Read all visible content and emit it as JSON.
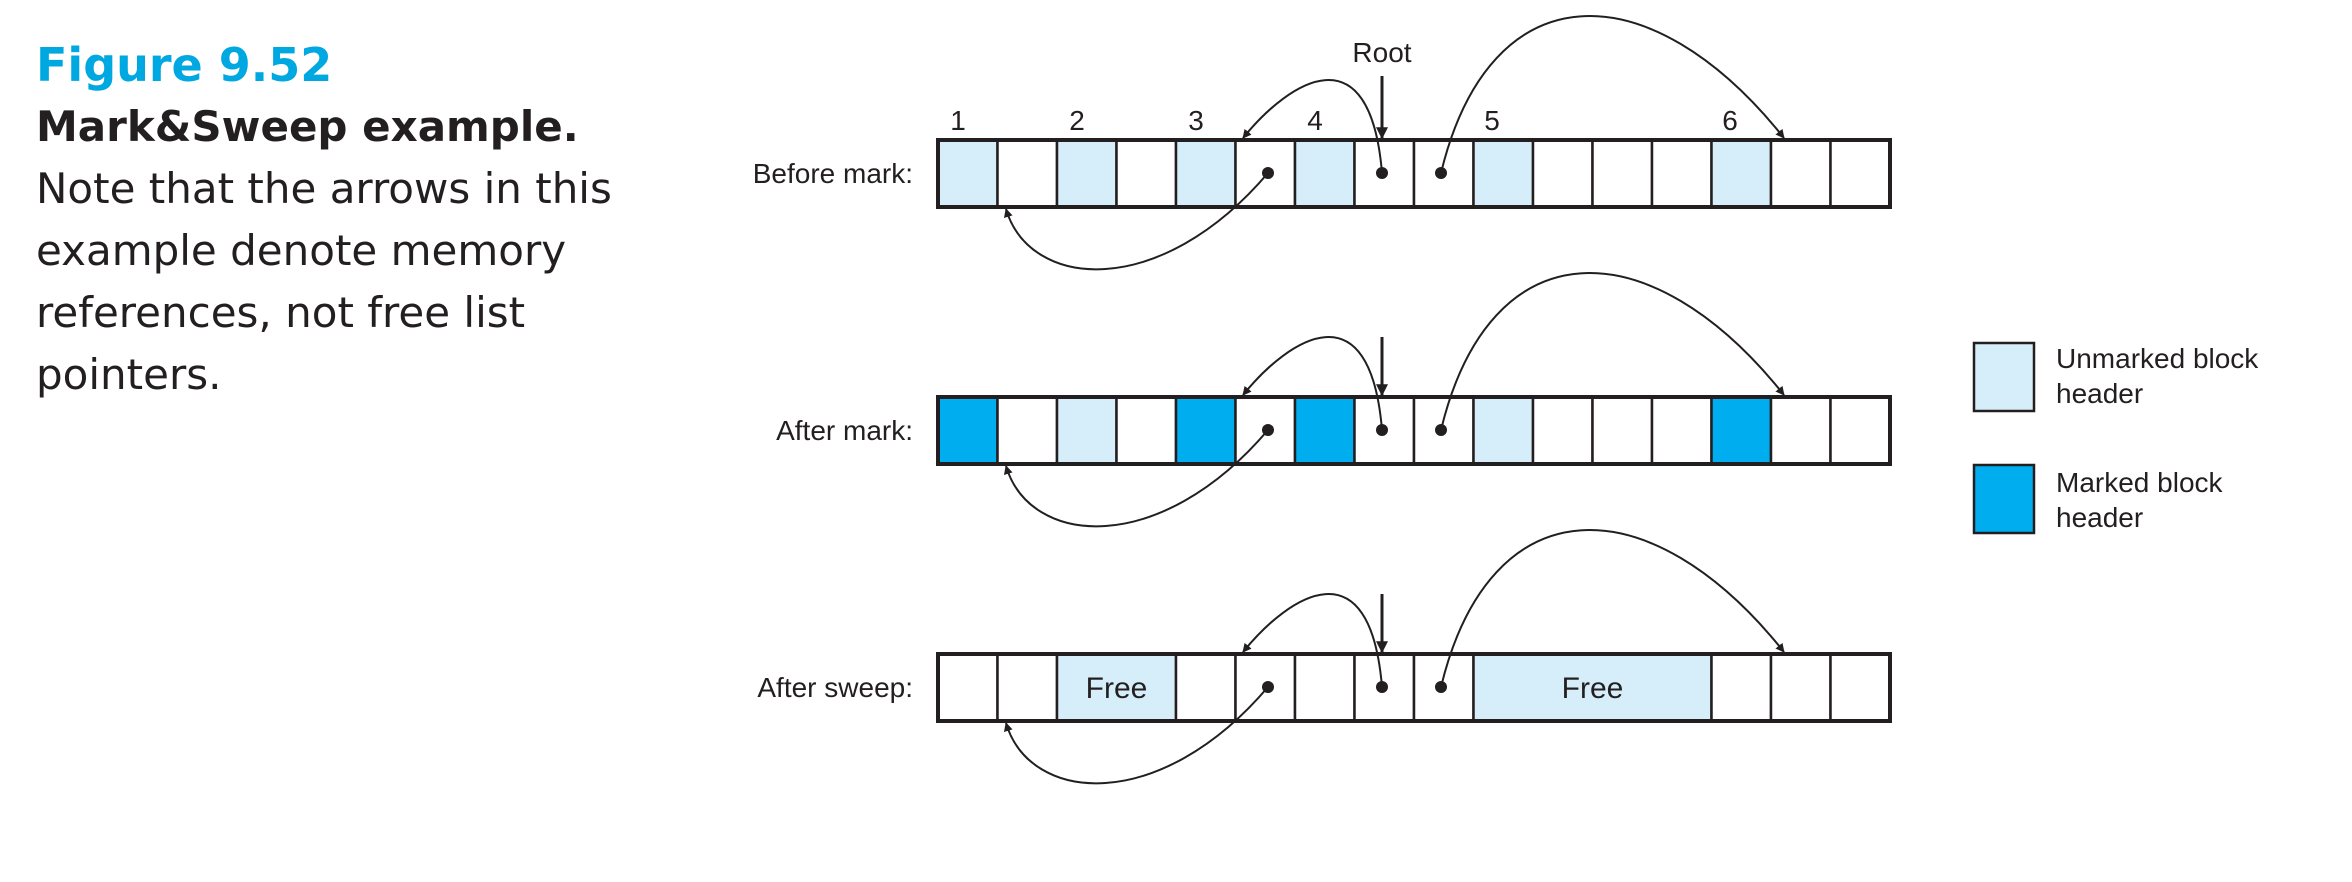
{
  "caption": {
    "figure_number": "Figure 9.52",
    "title": "Mark&Sweep example.",
    "body": "Note that the arrows in this example denote memory references, not free list pointers."
  },
  "colors": {
    "unmarked_header": "#d6eef9",
    "marked_header": "#00aeef",
    "border": "#231f20",
    "caption_accent": "#00a8e2"
  },
  "diagram": {
    "root_label": "Root",
    "block_number_labels": [
      "1",
      "2",
      "3",
      "4",
      "5",
      "6"
    ],
    "rows": [
      {
        "label": "Before mark:",
        "cells": [
          "unmarked",
          "empty",
          "unmarked",
          "empty",
          "unmarked",
          "empty",
          "unmarked",
          "empty",
          "empty",
          "unmarked",
          "empty",
          "empty",
          "empty",
          "unmarked",
          "empty",
          "empty"
        ]
      },
      {
        "label": "After mark:",
        "cells": [
          "marked",
          "empty",
          "unmarked",
          "empty",
          "marked",
          "empty",
          "marked",
          "empty",
          "empty",
          "unmarked",
          "empty",
          "empty",
          "empty",
          "marked",
          "empty",
          "empty"
        ]
      },
      {
        "label": "After sweep:",
        "cells": [
          "empty",
          "empty",
          "free",
          "free",
          "empty",
          "empty",
          "empty",
          "empty",
          "empty",
          "free",
          "free",
          "free",
          "free",
          "empty",
          "empty",
          "empty"
        ],
        "free_label": "Free"
      }
    ],
    "legend": [
      {
        "key": "unmarked",
        "label_lines": [
          "Unmarked block",
          "header"
        ]
      },
      {
        "key": "marked",
        "label_lines": [
          "Marked block",
          "header"
        ]
      }
    ]
  }
}
